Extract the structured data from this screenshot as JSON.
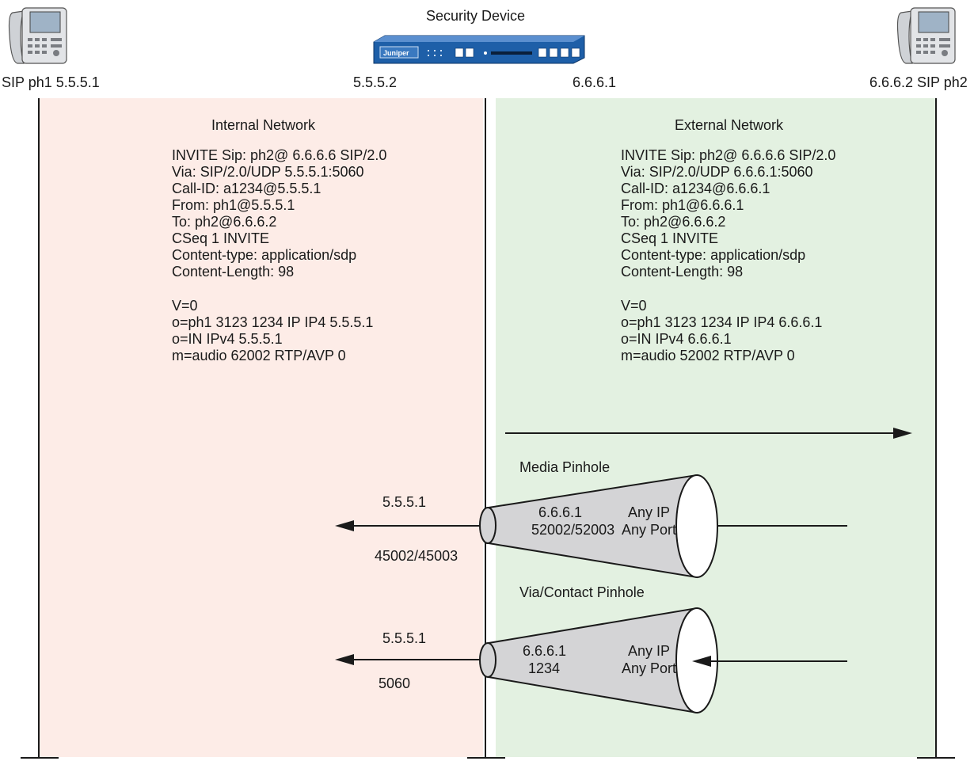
{
  "device": {
    "title": "Security Device",
    "brand": "Juniper",
    "left_ip": "5.5.5.2",
    "right_ip": "6.6.6.1"
  },
  "phone1": {
    "label": "SIP ph1 5.5.5.1"
  },
  "phone2": {
    "label": "6.6.6.2 SIP ph2"
  },
  "internal": {
    "heading": "Internal Network",
    "invite": "INVITE Sip: ph2@ 6.6.6.6 SIP/2.0\nVia: SIP/2.0/UDP 5.5.5.1:5060\nCall-ID: a1234@5.5.5.1\nFrom: ph1@5.5.5.1\nTo: ph2@6.6.6.2\nCSeq 1 INVITE\nContent-type: application/sdp\nContent-Length: 98",
    "sdp": "V=0\no=ph1 3123 1234 IP IP4 5.5.5.1\no=IN IPv4 5.5.5.1\nm=audio 62002 RTP/AVP 0"
  },
  "external": {
    "heading": "External Network",
    "invite": "INVITE Sip: ph2@ 6.6.6.6 SIP/2.0\nVia: SIP/2.0/UDP 6.6.6.1:5060\nCall-ID: a1234@6.6.6.1\nFrom: ph1@6.6.6.1\nTo: ph2@6.6.6.2\nCSeq 1 INVITE\nContent-type: application/sdp\nContent-Length: 98",
    "sdp": "V=0\no=ph1 3123 1234 IP IP4 6.6.6.1\no=IN IPv4 6.6.6.1\nm=audio 52002 RTP/AVP 0"
  },
  "media_pinhole": {
    "title": "Media Pinhole",
    "inner_ip": "6.6.6.1",
    "inner_ports": "52002/52003",
    "any_ip": "Any IP",
    "any_port": "Any Port",
    "internal_ip": "5.5.5.1",
    "internal_ports": "45002/45003"
  },
  "via_pinhole": {
    "title": "Via/Contact Pinhole",
    "inner_ip": "6.6.6.1",
    "inner_port": "1234",
    "any_ip": "Any IP",
    "any_port": "Any Port",
    "internal_ip": "5.5.5.1",
    "internal_port": "5060"
  },
  "colors": {
    "internal_zone": "#fdece7",
    "external_zone": "#e3f1e1",
    "cone_fill": "#d4d4d6",
    "device_blue": "#1e5fa8",
    "line": "#1a1a1a"
  }
}
